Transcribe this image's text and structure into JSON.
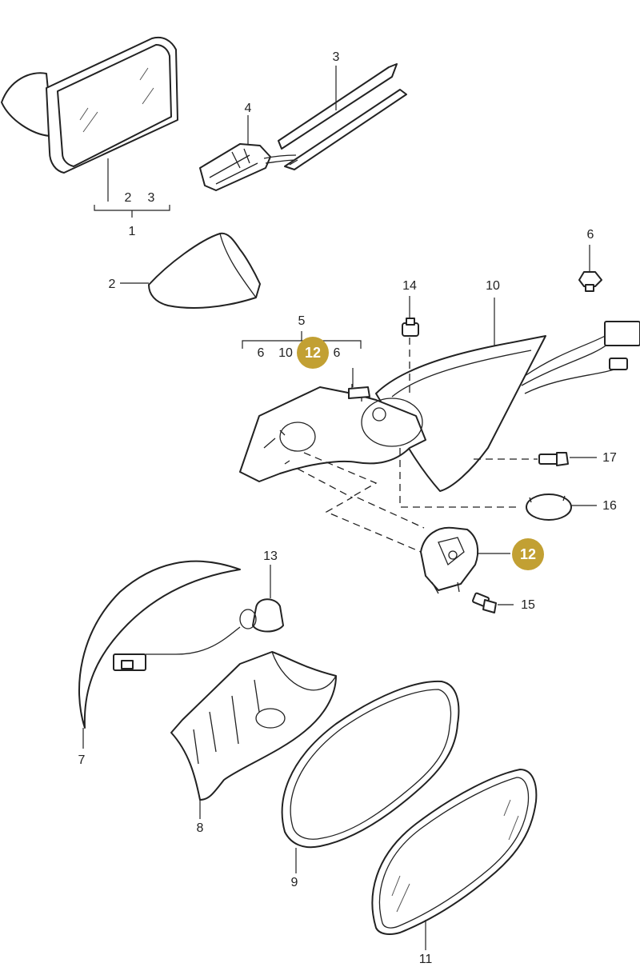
{
  "callouts": {
    "c1": "1",
    "c2": "2",
    "c3": "3",
    "c4": "4",
    "c5": "5",
    "c6": "6",
    "c7": "7",
    "c8": "8",
    "c9": "9",
    "c10": "10",
    "c11": "11",
    "c13": "13",
    "c14": "14",
    "c15": "15",
    "c16": "16",
    "c17": "17"
  },
  "group1": {
    "a": "2",
    "b": "3"
  },
  "group5": {
    "a": "6",
    "b": "10",
    "c": "6"
  },
  "badges": {
    "highlight_a": "12",
    "highlight_b": "12"
  },
  "colors": {
    "badge": "#c2a033",
    "line": "#222222"
  }
}
